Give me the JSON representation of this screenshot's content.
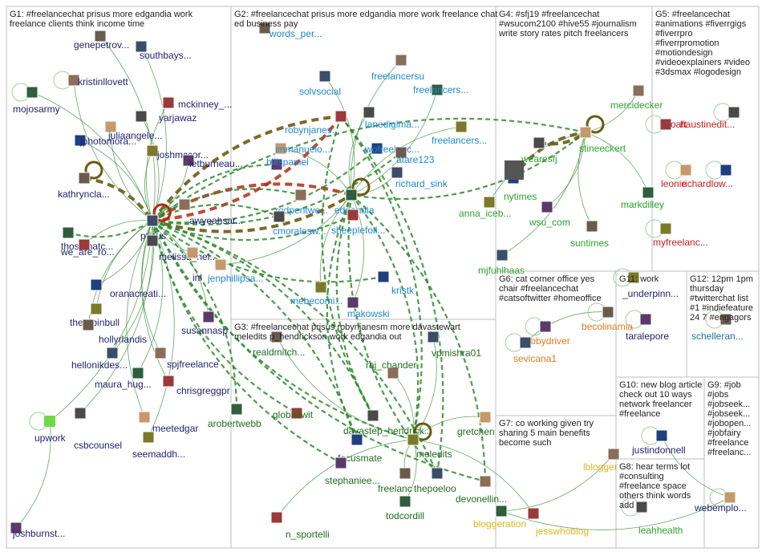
{
  "colors": {
    "g1": "#1f1f6e",
    "g2": "#1e87d2",
    "g3": "#1f6e1f",
    "g4": "#2da32d",
    "g5": "#c81e1e",
    "g6": "#e07a1e",
    "g7": "#e0b41e",
    "g8": "#2da32d",
    "g9": "#1f1f6e",
    "g10": "#1f1f6e",
    "g11": "#1f1f6e",
    "g12": "#1f6e9e",
    "edge_green": "#2f8a2f",
    "edge_dark": "#6a5a12",
    "edge_red": "#b32a12",
    "border": "#bdbdbd"
  },
  "groups": [
    {
      "id": "G1",
      "lines": [
        "G1: #freelancechat prisus more edgandia work",
        "freelance clients think income time"
      ]
    },
    {
      "id": "G2",
      "lines": [
        "G2: #freelancechat prisus more edgandia more work freelance chat",
        "ed business pay"
      ]
    },
    {
      "id": "G3",
      "lines": [
        "G3: #freelancechat prisus robynjanesm more davastewart",
        "meledits p_hendrickson work edgandia out"
      ]
    },
    {
      "id": "G4",
      "lines": [
        "G4: #sfj19 #freelancechat",
        "#wsucom2100 #hive55 #journalism",
        "write story rates pitch freelancers"
      ]
    },
    {
      "id": "G5",
      "lines": [
        "G5: #freelancechat",
        "#animations #fiverrgigs",
        "#fiverrpro",
        "#fiverrpromotion",
        "#motiondesign",
        "#videoexplainers #video",
        "#3dsmax #logodesign"
      ]
    },
    {
      "id": "G6",
      "lines": [
        "G6: cat corner office yes",
        "chair #freelancechat",
        "#catsoftwitter #homeoffice"
      ]
    },
    {
      "id": "G7",
      "lines": [
        "G7: co working given try",
        "sharing 5 main benefits",
        "become such"
      ]
    },
    {
      "id": "G8",
      "lines": [
        "G8: hear terms lot",
        "#consulting",
        "#freelance space",
        "others think words",
        "add"
      ]
    },
    {
      "id": "G9",
      "lines": [
        "G9: #job",
        "#jobs",
        "#jobseek...",
        "#jobseek...",
        "#jobopen...",
        "#jobfairy",
        "#freelance",
        "#freelanc..."
      ]
    },
    {
      "id": "G10",
      "lines": [
        "G10: new blog article",
        "check out 10 ways",
        "network freelancer",
        "#freelance"
      ]
    },
    {
      "id": "G11",
      "lines": [
        "G11: work"
      ]
    },
    {
      "id": "G12",
      "lines": [
        "G12: 12pm 1pm",
        "thursday",
        "#twitterchat list",
        "#1 #indiefeature",
        "24 7 #engagors"
      ]
    }
  ],
  "nodes": [
    {
      "label": "genepetrov...",
      "group": "g1"
    },
    {
      "label": "southbays...",
      "group": "g1"
    },
    {
      "label": "kristinllovett",
      "group": "g1"
    },
    {
      "label": "mojosarmy",
      "group": "g1"
    },
    {
      "label": "mckinney_...",
      "group": "g1"
    },
    {
      "label": "yarjawaz",
      "group": "g1"
    },
    {
      "label": "juliaangele...",
      "group": "g1"
    },
    {
      "label": "jphotomora...",
      "group": "g1"
    },
    {
      "label": "joshmccor...",
      "group": "g1"
    },
    {
      "label": "letburneau...",
      "group": "g1"
    },
    {
      "label": "kathryncla...",
      "group": "g1"
    },
    {
      "label": "prisus",
      "group": "g1"
    },
    {
      "label": "awyeahsar...",
      "group": "g1"
    },
    {
      "label": "thosethatc...",
      "group": "g1"
    },
    {
      "label": "we_are_ro...",
      "group": "g1"
    },
    {
      "label": "melissa_nel...",
      "group": "g1"
    },
    {
      "label": "inl",
      "group": "g1"
    },
    {
      "label": "oranacreati...",
      "group": "g1"
    },
    {
      "label": "therobinbull",
      "group": "g1"
    },
    {
      "label": "susannasp",
      "group": "g1"
    },
    {
      "label": "hollyrlandis",
      "group": "g1"
    },
    {
      "label": "hellonikdes...",
      "group": "g1"
    },
    {
      "label": "spjfreelance",
      "group": "g1"
    },
    {
      "label": "maura_hug...",
      "group": "g1"
    },
    {
      "label": "chrisgreggpr",
      "group": "g1"
    },
    {
      "label": "csbcounsel",
      "group": "g1"
    },
    {
      "label": "meetedgar",
      "group": "g1"
    },
    {
      "label": "upwork",
      "group": "g1"
    },
    {
      "label": "seemaddh...",
      "group": "g1"
    },
    {
      "label": "joshburnst...",
      "group": "g1"
    },
    {
      "label": "words_per...",
      "group": "g2"
    },
    {
      "label": "solvsocial",
      "group": "g2"
    },
    {
      "label": "freelancersu",
      "group": "g2"
    },
    {
      "label": "freelancers...",
      "group": "g2"
    },
    {
      "label": "robynjanes...",
      "group": "g2"
    },
    {
      "label": "lanedigima...",
      "group": "g2"
    },
    {
      "label": "immanuelo...",
      "group": "g2"
    },
    {
      "label": "wofreelanc...",
      "group": "g2"
    },
    {
      "label": "freelancers...",
      "group": "g2"
    },
    {
      "label": "billspaniel",
      "group": "g2"
    },
    {
      "label": "atare123",
      "group": "g2"
    },
    {
      "label": "richard_sink",
      "group": "g2"
    },
    {
      "label": "redpentwe...",
      "group": "g2"
    },
    {
      "label": "edgandia",
      "group": "g2"
    },
    {
      "label": "sheeplefoll...",
      "group": "g2"
    },
    {
      "label": "cmoralesw...",
      "group": "g2"
    },
    {
      "label": "jenphillipsa...",
      "group": "g2"
    },
    {
      "label": "kristk",
      "group": "g2"
    },
    {
      "label": "mebecomi...",
      "group": "g2"
    },
    {
      "label": "makowski",
      "group": "g2"
    },
    {
      "label": "realdmitch...",
      "group": "g3"
    },
    {
      "label": "vpmishra01",
      "group": "g3"
    },
    {
      "label": "raj_chander",
      "group": "g3"
    },
    {
      "label": "arobertwebb",
      "group": "g3"
    },
    {
      "label": "globaltwit",
      "group": "g3"
    },
    {
      "label": "davastep_hendrick...",
      "group": "g3"
    },
    {
      "label": "gretchen",
      "group": "g3"
    },
    {
      "label": "focusmate",
      "group": "g3"
    },
    {
      "label": "meledits",
      "group": "g3"
    },
    {
      "label": "stephaniee...",
      "group": "g3"
    },
    {
      "label": "freelanc",
      "group": "g3"
    },
    {
      "label": "thepoeloo",
      "group": "g3"
    },
    {
      "label": "devonellin...",
      "group": "g3"
    },
    {
      "label": "todcordill",
      "group": "g3"
    },
    {
      "label": "n_sportelli",
      "group": "g3"
    },
    {
      "label": "wearesfj",
      "group": "g4"
    },
    {
      "label": "stineeckert",
      "group": "g4"
    },
    {
      "label": "nytimes",
      "group": "g4"
    },
    {
      "label": "anna_iceb...",
      "group": "g4"
    },
    {
      "label": "wsu_com",
      "group": "g4"
    },
    {
      "label": "suntimes",
      "group": "g4"
    },
    {
      "label": "mjfuhlhaas",
      "group": "g4"
    },
    {
      "label": "mercidecker",
      "group": "g4"
    },
    {
      "label": "markdilley",
      "group": "g4"
    },
    {
      "label": "oaft",
      "group": "g5"
    },
    {
      "label": "haustinedit...",
      "group": "g5"
    },
    {
      "label": "leonie",
      "group": "g5"
    },
    {
      "label": "richardlow...",
      "group": "g5"
    },
    {
      "label": "myfreelanc...",
      "group": "g5"
    },
    {
      "label": "_abbydriver",
      "group": "g6"
    },
    {
      "label": "becolinamia",
      "group": "g6"
    },
    {
      "label": "sevicana1",
      "group": "g6"
    },
    {
      "label": "lblogger",
      "group": "g7"
    },
    {
      "label": "bloggeration",
      "group": "g7"
    },
    {
      "label": "jesswhoblog",
      "group": "g7"
    },
    {
      "label": "leahhealth",
      "group": "g8"
    },
    {
      "label": "webemplo...",
      "group": "g9"
    },
    {
      "label": "justindonnell",
      "group": "g10"
    },
    {
      "label": "_underpinn...",
      "group": "g11"
    },
    {
      "label": "taralepore",
      "group": "g11"
    },
    {
      "label": "schelleran...",
      "group": "g12"
    }
  ]
}
